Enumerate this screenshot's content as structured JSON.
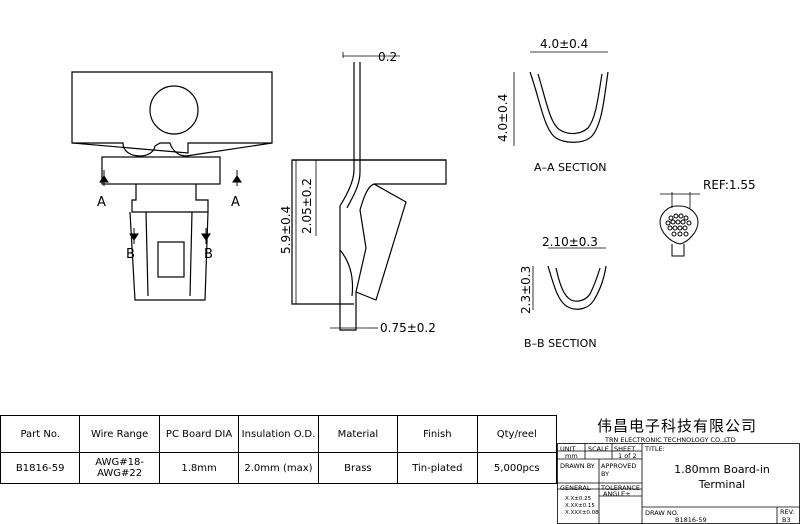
{
  "drawing": {
    "dim_02": "0.2",
    "dim_59": "5.9±0.4",
    "dim_205": "2.05±0.2",
    "dim_075": "0.75±0.2",
    "aa_width": "4.0±0.4",
    "aa_height": "4.0±0.4",
    "aa_label": "A–A SECTION",
    "bb_width": "2.10±0.3",
    "bb_height": "2.3±0.3",
    "bb_label": "B–B SECTION",
    "ref_label": "REF:1.55",
    "section_a_left": "A",
    "section_a_right": "A",
    "section_b_left": "B",
    "section_b_right": "B"
  },
  "spec_table": {
    "headers": [
      "Part No.",
      "Wire Range",
      "PC Board DIA",
      "Insulation O.D.",
      "Material",
      "Finish",
      "Qty/reel"
    ],
    "row": [
      "B1816-59",
      "AWG#18-AWG#22",
      "1.8mm",
      "2.0mm (max)",
      "Brass",
      "Tin-plated",
      "5,000pcs"
    ]
  },
  "title_block": {
    "company_cn": "伟昌电子科技有限公司",
    "company_en": "TRN ELECTRONIC TECHNOLOGY CO.,LTD",
    "unit_label": "UNIT",
    "scale_label": "SCALE",
    "sheet_label": "SHEET",
    "unit_value": "mm",
    "sheet_value": "1 of 2",
    "title_label": "TITLE:",
    "drawn_by": "DRAWN BY",
    "approved_by": "APPROVED BY",
    "general": "GENERAL",
    "tolerance": "TOLERANCE",
    "tol_1": "X.X±0.25",
    "tol_2": "X.XX±0.15",
    "tol_3": "X.XXX±0.08",
    "angle": "ANGLE±",
    "title_line1": "1.80mm Board-in",
    "title_line2": "Terminal",
    "draw_no_label": "DRAW NO.",
    "draw_no": "B1816-59",
    "rev_label": "REV.",
    "rev_value": "B3"
  }
}
